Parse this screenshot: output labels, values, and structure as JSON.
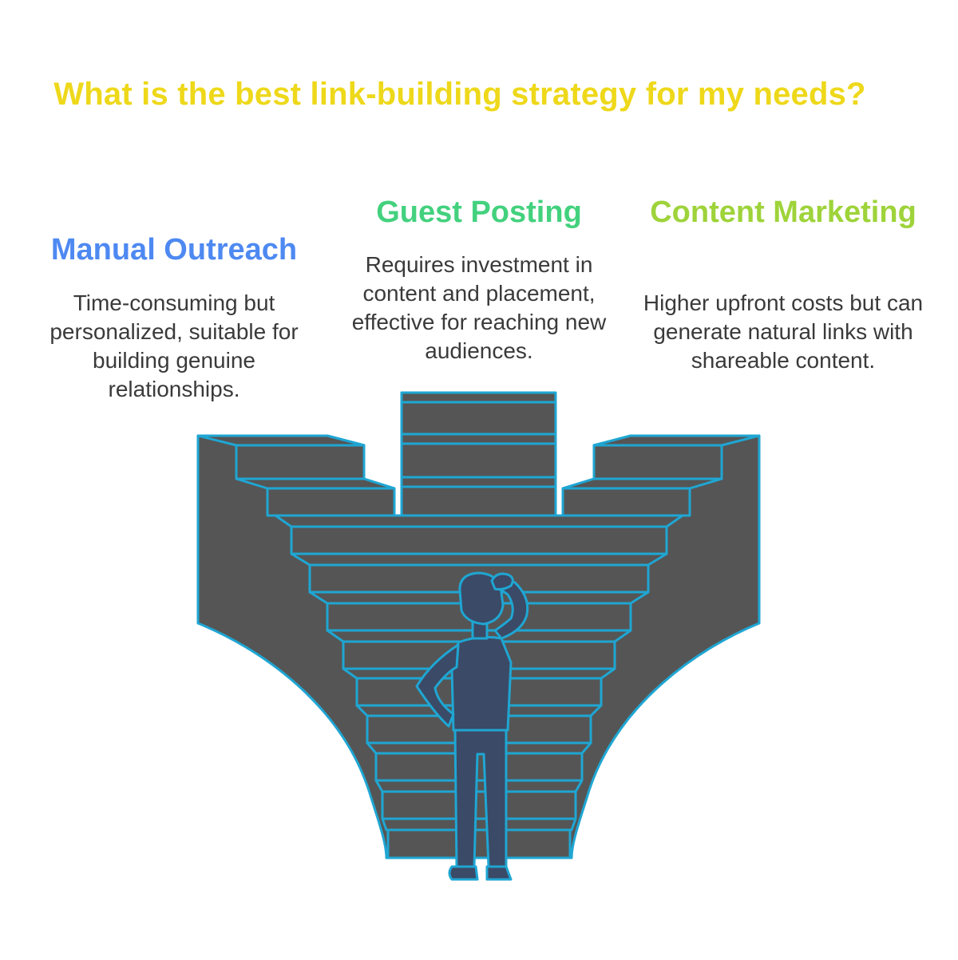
{
  "title": "What is the best link-building strategy for my needs?",
  "options": [
    {
      "title": "Manual Outreach",
      "description": "Time-consuming but personalized, suitable for building genuine relationships.",
      "color": "#4e89f2"
    },
    {
      "title": "Guest Posting",
      "description": "Requires investment in content and placement, effective for reaching new audiences.",
      "color": "#43d17e"
    },
    {
      "title": "Content Marketing",
      "description": "Higher upfront costs but can generate natural links with shareable content.",
      "color": "#9ed33a"
    }
  ],
  "colors": {
    "title": "#eed81a",
    "stairs_fill": "#555555",
    "stairs_stroke": "#1fa6d3",
    "person_fill": "#3b4a66",
    "text": "#3a3a3a"
  },
  "icons": [
    "staircase-illustration",
    "thinking-person-icon"
  ]
}
